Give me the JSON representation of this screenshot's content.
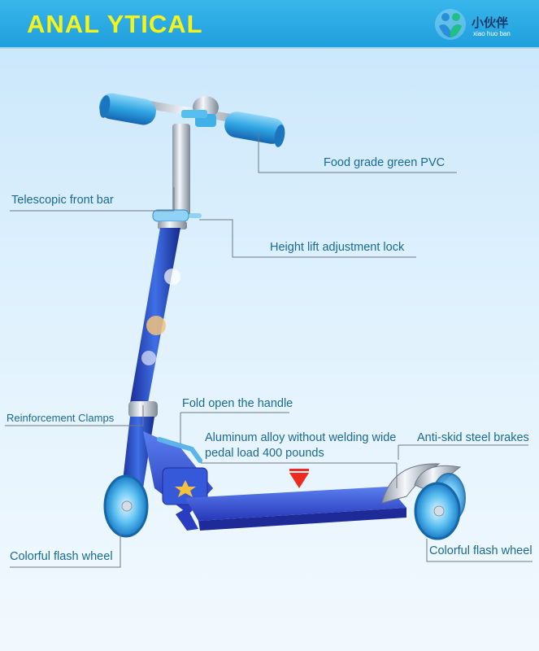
{
  "header": {
    "title": "ANAL YTICAL",
    "brand_name": "小伙伴",
    "brand_sub": "xiao huo ban"
  },
  "callouts": {
    "food_grade": "Food grade green PVC",
    "telescopic": "Telescopic front bar",
    "height_lock": "Height lift adjustment lock",
    "clamps": "Reinforcement Clamps",
    "fold": "Fold open the handle",
    "aluminum_line1": "Aluminum alloy without welding wide",
    "aluminum_line2": "pedal load 400 pounds",
    "brakes": "Anti-skid steel brakes",
    "front_wheel": "Colorful flash wheel",
    "rear_wheel": "Colorful flash wheel"
  },
  "colors": {
    "header_bg": "#1f9fdc",
    "header_title": "#f6f21b",
    "label_text": "#1a6a94",
    "leader_line": "#6c7a86",
    "scooter_blue": "#2c4fd0",
    "grip_blue": "#35a9e4",
    "marker_red": "#ee2a1f"
  }
}
